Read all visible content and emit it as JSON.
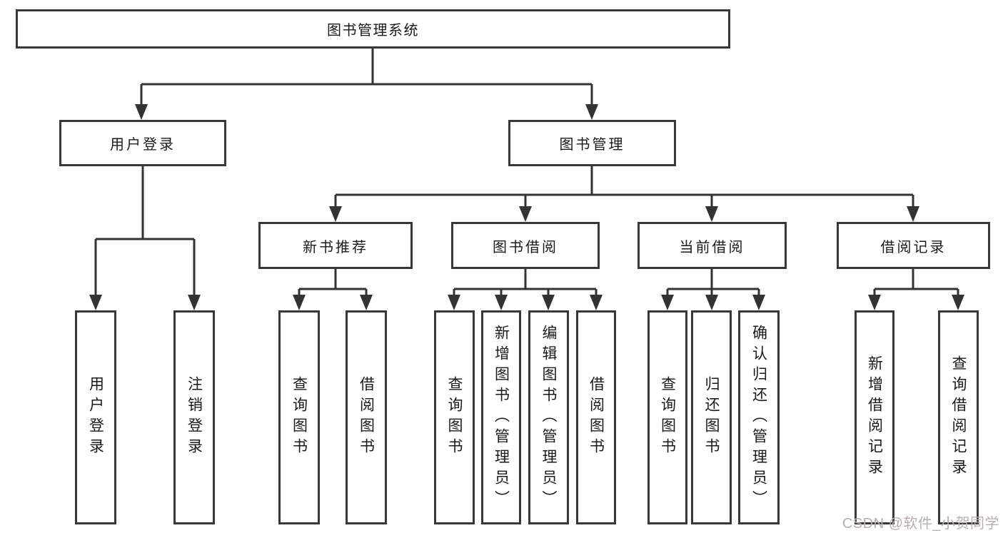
{
  "diagram": {
    "root": {
      "label": "图书管理系统"
    },
    "level2": {
      "userLogin": {
        "label": "用户登录"
      },
      "bookManagement": {
        "label": "图书管理"
      }
    },
    "level3": {
      "newBookRecommend": {
        "label": "新书推荐"
      },
      "bookBorrowing": {
        "label": "图书借阅"
      },
      "currentBorrowing": {
        "label": "当前借阅"
      },
      "borrowingRecords": {
        "label": "借阅记录"
      }
    },
    "leaves": {
      "userLogin": {
        "label": "用户登录"
      },
      "logoutLogin": {
        "label": "注销登录"
      },
      "queryBooksRecommend": {
        "label": "查询图书"
      },
      "borrowBooksRecommend": {
        "label": "借阅图书"
      },
      "queryBooksBorrowing": {
        "label": "查询图书"
      },
      "addBooksAdmin": {
        "label": "新增图书（管理员）"
      },
      "editBooksAdmin": {
        "label": "编辑图书（管理员）"
      },
      "borrowBooksBorrowing": {
        "label": "借阅图书"
      },
      "queryBooksCurrent": {
        "label": "查询图书"
      },
      "returnBooks": {
        "label": "归还图书"
      },
      "confirmReturnAdmin": {
        "label": "确认归还（管理员）"
      },
      "addBorrowRecord": {
        "label": "新增借阅记录"
      },
      "queryBorrowRecord": {
        "label": "查询借阅记录"
      }
    },
    "hierarchy": {
      "图书管理系统": [
        "用户登录",
        "图书管理"
      ],
      "用户登录": [
        "用户登录",
        "注销登录"
      ],
      "图书管理": [
        "新书推荐",
        "图书借阅",
        "当前借阅",
        "借阅记录"
      ],
      "新书推荐": [
        "查询图书",
        "借阅图书"
      ],
      "图书借阅": [
        "查询图书",
        "新增图书（管理员）",
        "编辑图书（管理员）",
        "借阅图书"
      ],
      "当前借阅": [
        "查询图书",
        "归还图书",
        "确认归还（管理员）"
      ],
      "借阅记录": [
        "新增借阅记录",
        "查询借阅记录"
      ]
    }
  },
  "watermark": {
    "text": "CSDN @软件_小贺同学"
  },
  "colors": {
    "line": "#333333",
    "boxBorder": "#383838",
    "text": "#1a1a1a",
    "background": "#ffffff",
    "watermark": "#b8aeae"
  }
}
